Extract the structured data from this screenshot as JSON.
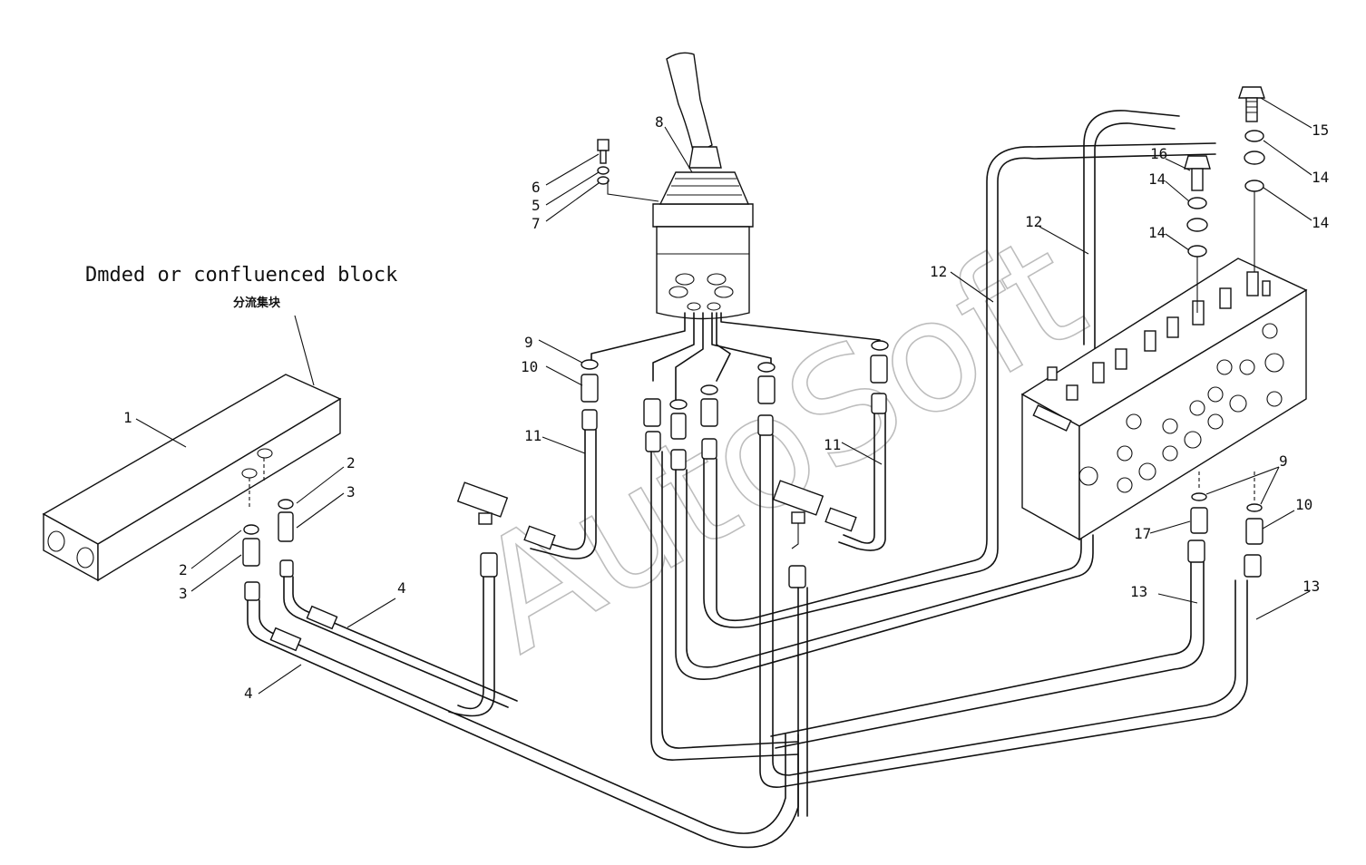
{
  "caption": {
    "english": "Dmded or confluenced block",
    "chinese": "分流集块"
  },
  "watermark": "AutoSoft",
  "callouts": {
    "n1": "1",
    "n2a": "2",
    "n2b": "2",
    "n3a": "3",
    "n3b": "3",
    "n4a": "4",
    "n4b": "4",
    "n5": "5",
    "n6": "6",
    "n7": "7",
    "n8": "8",
    "n9a": "9",
    "n9b": "9",
    "n10a": "10",
    "n10b": "10",
    "n11a": "11",
    "n11b": "11",
    "n12a": "12",
    "n12b": "12",
    "n13a": "13",
    "n13b": "13",
    "n14a": "14",
    "n14b": "14",
    "n14c": "14",
    "n14d": "14",
    "n15": "15",
    "n16": "16",
    "n17": "17"
  }
}
